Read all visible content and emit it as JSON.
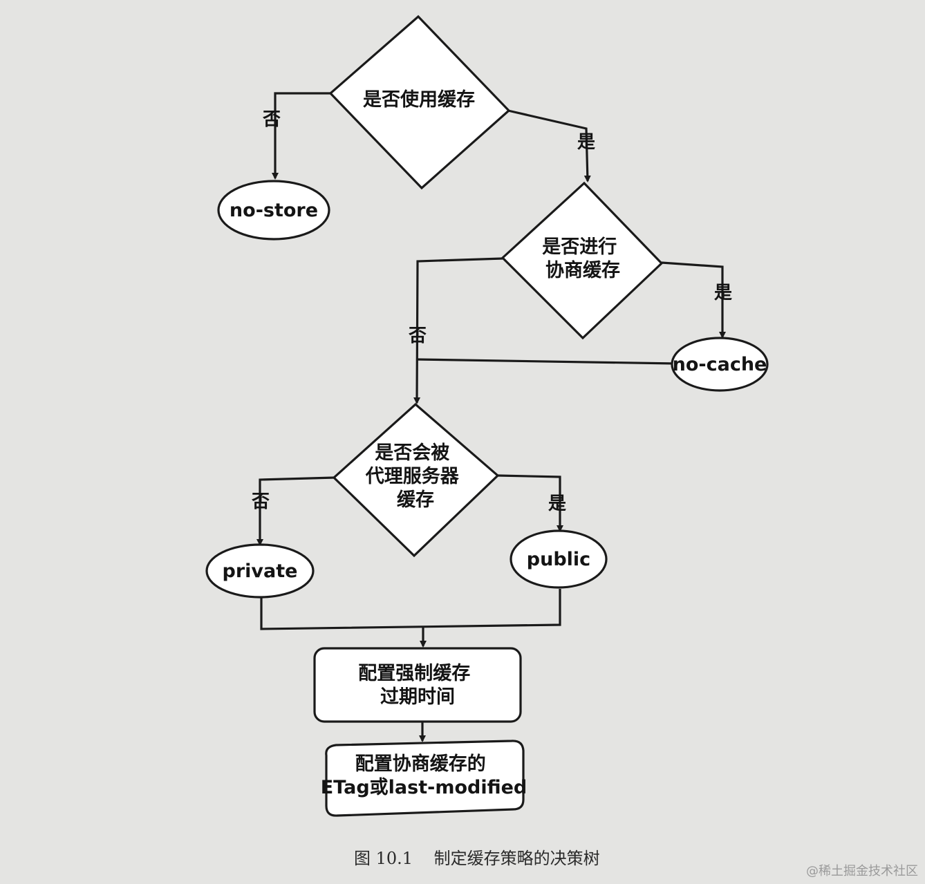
{
  "nodes": {
    "use_cache": {
      "lines": [
        "是否使用缓存"
      ]
    },
    "no_store": {
      "lines": [
        "no-store"
      ]
    },
    "negotiate": {
      "lines": [
        "是否进行",
        "协商缓存"
      ]
    },
    "no_cache": {
      "lines": [
        "no-cache"
      ]
    },
    "proxy": {
      "lines": [
        "是否会被",
        "代理服务器",
        "缓存"
      ]
    },
    "private": {
      "lines": [
        "private"
      ]
    },
    "public": {
      "lines": [
        "public"
      ]
    },
    "force_expire": {
      "lines": [
        "配置强制缓存",
        "过期时间"
      ]
    },
    "etag": {
      "lines": [
        "配置协商缓存的",
        "ETag或last-modified"
      ]
    }
  },
  "edges": {
    "use_cache_no": "否",
    "use_cache_yes": "是",
    "negotiate_no": "否",
    "negotiate_yes": "是",
    "proxy_no": "否",
    "proxy_yes": "是"
  },
  "caption": "图 10.1    制定缓存策略的决策树",
  "watermark": "@稀土掘金技术社区"
}
